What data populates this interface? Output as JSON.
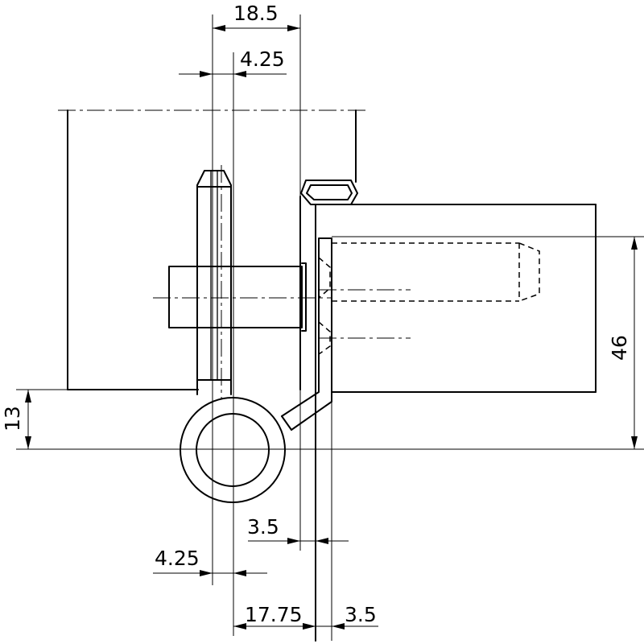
{
  "dimensions": {
    "top_width": "18.5",
    "top_pin": "4.25",
    "height_46": "46",
    "height_13": "13",
    "gap_3_5_upper": "3.5",
    "pin_4_25_lower": "4.25",
    "offset_17_75": "17.75",
    "gap_3_5_lower": "3.5"
  },
  "colors": {
    "line": "#000000",
    "background": "#ffffff"
  }
}
